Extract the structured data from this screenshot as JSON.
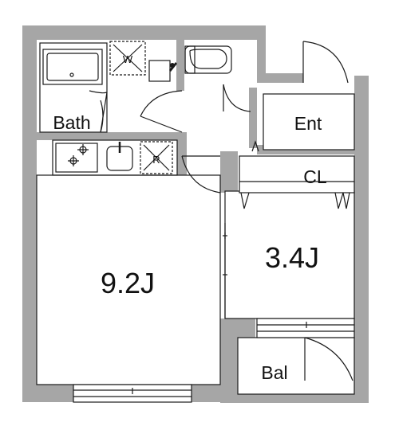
{
  "colors": {
    "wall": "#a6a6a6",
    "line": "#1a1a1a",
    "floor": "#ffffff"
  },
  "rooms": {
    "main_room": "9.2J",
    "bedroom": "3.4J",
    "bath": "Bath",
    "entrance": "Ent",
    "closet": "CL",
    "balcony": "Bal"
  },
  "fixtures": {
    "washer": "W",
    "fridge": "R"
  }
}
